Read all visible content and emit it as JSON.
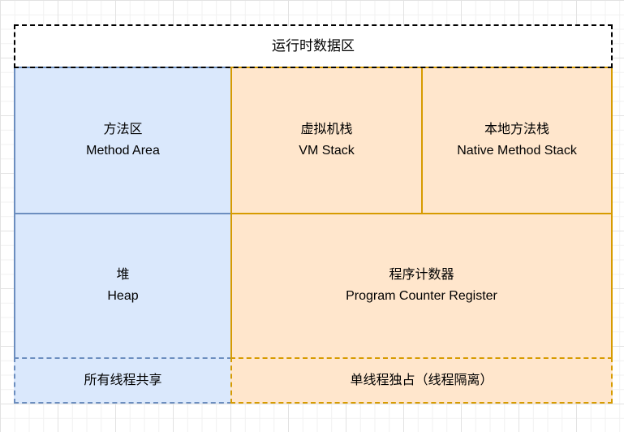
{
  "diagram": {
    "title": "运行时数据区",
    "boxes": [
      {
        "zh": "方法区",
        "en": "Method Area"
      },
      {
        "zh": "虚拟机栈",
        "en": "VM Stack"
      },
      {
        "zh": "本地方法栈",
        "en": "Native Method Stack"
      },
      {
        "zh": "堆",
        "en": "Heap"
      },
      {
        "zh": "程序计数器",
        "en": "Program Counter Register"
      }
    ],
    "legend": {
      "shared": "所有线程共享",
      "exclusive": "单线程独占（线程隔离）"
    },
    "colors": {
      "blue_fill": "#dae8fc",
      "blue_stroke": "#6c8ebf",
      "orange_fill": "#ffe6cc",
      "orange_stroke": "#d79b00",
      "title_fill": "#ffffff",
      "title_stroke": "#000000",
      "text": "#000000"
    }
  }
}
